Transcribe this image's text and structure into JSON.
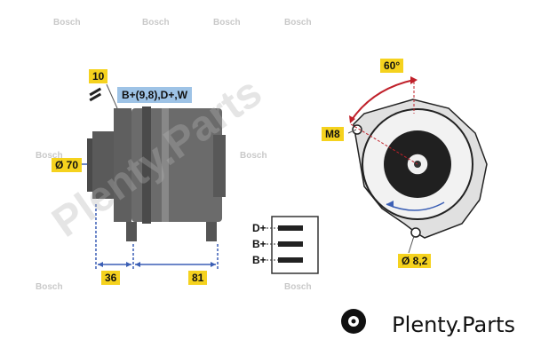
{
  "labels": {
    "size_10": "10",
    "terminals": "B+(9,8),D+,W",
    "diameter_70": "Ø 70",
    "dim_36": "36",
    "dim_81": "81",
    "angle_60": "60°",
    "thread_m8": "M8",
    "diameter_8_2": "Ø 8,2",
    "pin_d_plus": "D+",
    "pin_b_plus_1": "B+",
    "pin_b_plus_2": "B+"
  },
  "watermark": {
    "brand": "Bosch",
    "site": "Plenty.Parts"
  },
  "brand_text": "Plenty.Parts",
  "colors": {
    "label_yellow": "#f5d21e",
    "label_blue": "#9ec3e6",
    "arrow_red": "#c0202a",
    "dimension_blue": "#3b5fb5",
    "body_gray": "#6d6d6d"
  }
}
